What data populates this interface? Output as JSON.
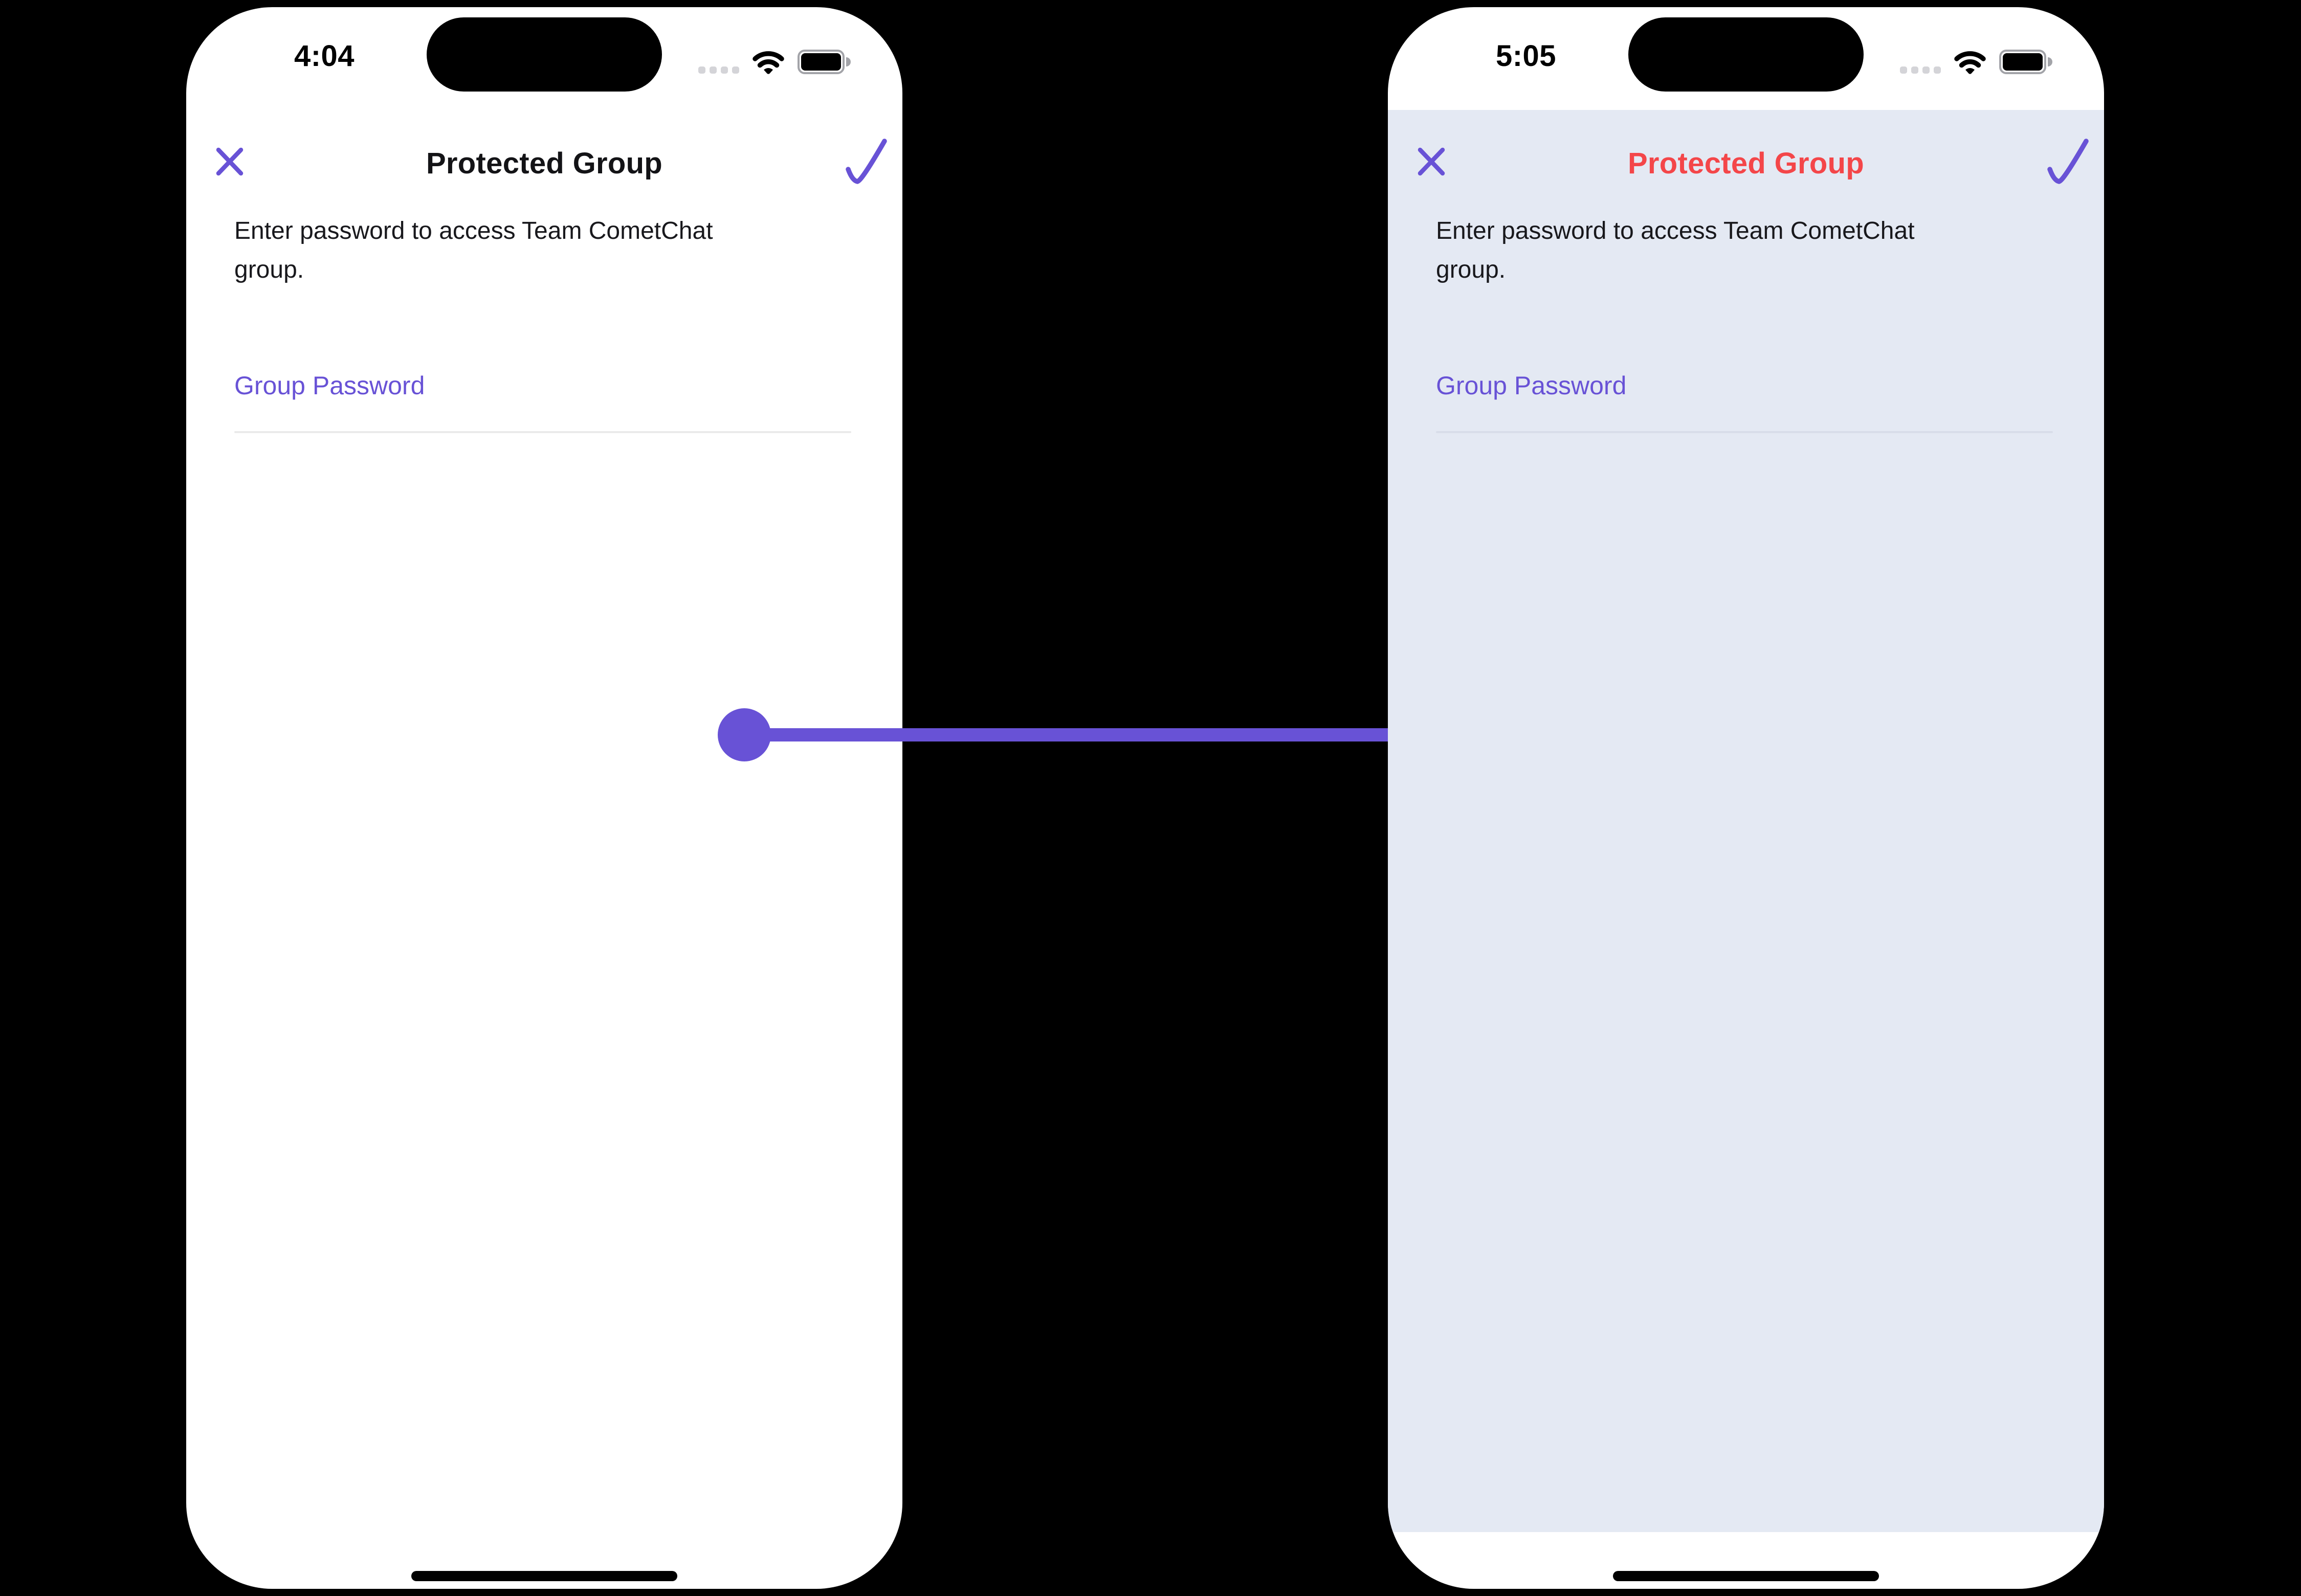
{
  "colors": {
    "canvas_black": "#000000",
    "accent_purple": "#6852D6",
    "arrow_purple": "#6852D6",
    "title_red": "#F44649",
    "panel_lavender": "#E4E9F3"
  },
  "phones": [
    {
      "name": "before-theme",
      "status_bar": {
        "time": "4:04",
        "icons": [
          "cellular-signal-icon",
          "wifi-icon",
          "battery-icon"
        ]
      },
      "nav": {
        "title": "Protected Group",
        "close_icon": "close-icon",
        "confirm_icon": "checkmark-icon"
      },
      "subtitle_lines": [
        "Enter password to access Team CometChat",
        "group."
      ],
      "password_field": {
        "label": "Group Password",
        "value": ""
      }
    },
    {
      "name": "after-theme",
      "status_bar": {
        "time": "5:05",
        "icons": [
          "cellular-signal-icon",
          "wifi-icon",
          "battery-icon"
        ]
      },
      "nav": {
        "title": "Protected Group",
        "close_icon": "close-icon",
        "confirm_icon": "checkmark-icon"
      },
      "subtitle_lines": [
        "Enter password to access Team CometChat",
        "group."
      ],
      "password_field": {
        "label": "Group Password",
        "value": ""
      }
    }
  ],
  "annotation": {
    "arrow": "left-to-right"
  }
}
